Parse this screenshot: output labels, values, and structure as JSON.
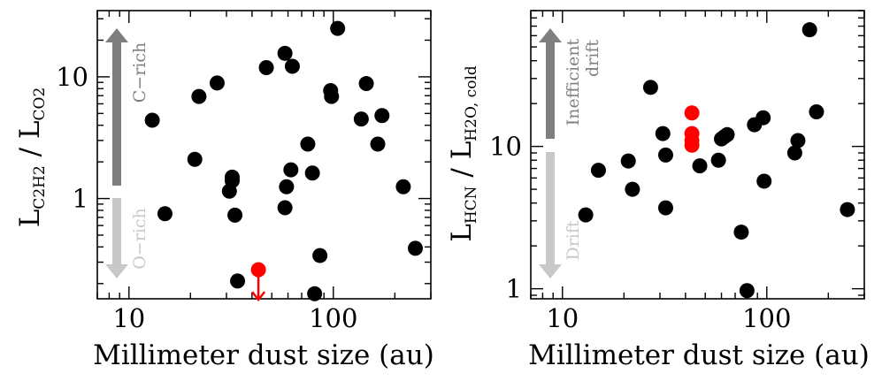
{
  "chart_data": [
    {
      "type": "scatter",
      "xlabel": "Millimeter dust size (au)",
      "ylabel_main": "L",
      "ylabel_sub1": "C2H2",
      "ylabel_sep": " / L",
      "ylabel_sub2": "CO2",
      "xscale": "log",
      "yscale": "log",
      "xlim": [
        7,
        300
      ],
      "ylim": [
        0.15,
        35
      ],
      "xticks": [
        {
          "value": 10,
          "label": "10"
        },
        {
          "value": 100,
          "label": "100"
        }
      ],
      "yticks": [
        {
          "value": 1,
          "label": "1"
        },
        {
          "value": 10,
          "label": "10"
        }
      ],
      "arrow_up_label": "C−rich",
      "arrow_down_label": "O−rich",
      "colors": {
        "points": "#000000",
        "highlight": "#ff0000",
        "arrow_up": "#7f7f7f",
        "arrow_down": "#c8c8c8"
      },
      "series": [
        {
          "color": "#000000",
          "points": [
            [
              13,
              4.4
            ],
            [
              15,
              0.75
            ],
            [
              21,
              2.1
            ],
            [
              22,
              6.9
            ],
            [
              27,
              8.9
            ],
            [
              31,
              1.15
            ],
            [
              32,
              1.4
            ],
            [
              32,
              1.5
            ],
            [
              33,
              0.73
            ],
            [
              34,
              0.21
            ],
            [
              47,
              11.9
            ],
            [
              58,
              15.6
            ],
            [
              58,
              0.84
            ],
            [
              59,
              1.25
            ],
            [
              62,
              1.72
            ],
            [
              63,
              12.2
            ],
            [
              75,
              2.8
            ],
            [
              79,
              1.62
            ],
            [
              81,
              0.165
            ],
            [
              86,
              0.34
            ],
            [
              97,
              7.7
            ],
            [
              98,
              6.9
            ],
            [
              105,
              25
            ],
            [
              137,
              4.5
            ],
            [
              145,
              8.8
            ],
            [
              165,
              2.8
            ],
            [
              173,
              4.8
            ],
            [
              220,
              1.25
            ],
            [
              252,
              0.39
            ]
          ]
        },
        {
          "color": "#ff0000",
          "upper_limit": true,
          "points": [
            [
              43,
              0.26
            ]
          ]
        }
      ]
    },
    {
      "type": "scatter",
      "xlabel": "Millimeter dust size (au)",
      "ylabel_main": "L",
      "ylabel_sub1": "HCN",
      "ylabel_sep": " / L",
      "ylabel_sub2": "H2O, cold",
      "xscale": "log",
      "yscale": "log",
      "xlim": [
        7,
        300
      ],
      "ylim": [
        0.85,
        90
      ],
      "xticks": [
        {
          "value": 10,
          "label": "10"
        },
        {
          "value": 100,
          "label": "100"
        }
      ],
      "yticks": [
        {
          "value": 1,
          "label": "1"
        },
        {
          "value": 10,
          "label": "10"
        }
      ],
      "arrow_up_label_1": "Inefficient",
      "arrow_up_label_2": "drift",
      "arrow_down_label": "Drift",
      "colors": {
        "points": "#000000",
        "highlight": "#ff0000",
        "arrow_up": "#7f7f7f",
        "arrow_down": "#c8c8c8"
      },
      "series": [
        {
          "color": "#000000",
          "points": [
            [
              13,
              3.3
            ],
            [
              15,
              6.8
            ],
            [
              21,
              7.9
            ],
            [
              22,
              5.0
            ],
            [
              27,
              26
            ],
            [
              31,
              12.3
            ],
            [
              32,
              8.7
            ],
            [
              32,
              3.7
            ],
            [
              47,
              7.3
            ],
            [
              58,
              8.0
            ],
            [
              60,
              11.3
            ],
            [
              62,
              11.7
            ],
            [
              64,
              12.1
            ],
            [
              75,
              2.5
            ],
            [
              80,
              0.97
            ],
            [
              87,
              14.2
            ],
            [
              96,
              15.9
            ],
            [
              97,
              5.7
            ],
            [
              137,
              9.0
            ],
            [
              142,
              11.0
            ],
            [
              162,
              66
            ],
            [
              175,
              17.5
            ],
            [
              248,
              3.6
            ]
          ]
        },
        {
          "color": "#ff0000",
          "points": [
            [
              43,
              17.2
            ],
            [
              43,
              12.3
            ],
            [
              43,
              11.0
            ],
            [
              43,
              10.2
            ]
          ]
        }
      ]
    }
  ]
}
